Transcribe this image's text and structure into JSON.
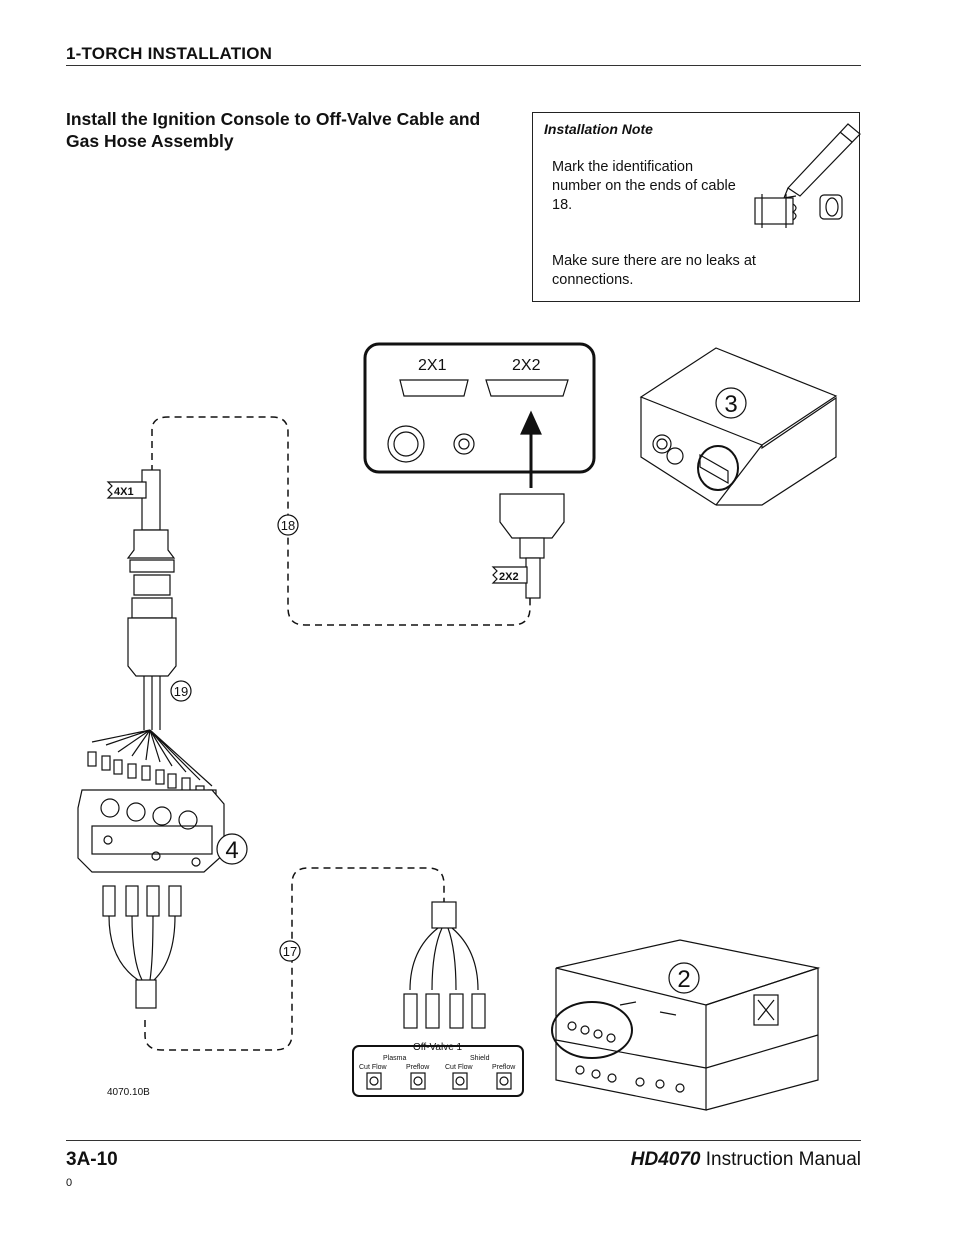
{
  "header": {
    "section": "1-TORCH INSTALLATION"
  },
  "heading": "Install the Ignition Console to Off-Valve Cable and Gas Hose Assembly",
  "note": {
    "title": "Installation Note",
    "p1": "Mark the identification number on the ends of cable 18.",
    "p2": "Make sure there are no leaks at connections."
  },
  "diagram": {
    "panel_labels": [
      "2X1",
      "2X2"
    ],
    "tag_4x1": "4X1",
    "tag_2x2": "2X2",
    "callouts": {
      "c18": "18",
      "c19": "19",
      "c17": "17",
      "c3": "3",
      "c4": "4",
      "c2": "2"
    },
    "offvalve": {
      "title": "Off-Valve 1",
      "group_plasma": "Plasma",
      "group_shield": "Shield",
      "ports": [
        "Cut Flow",
        "Preflow",
        "Cut Flow",
        "Preflow"
      ]
    },
    "figure_ref": "4070.10B"
  },
  "footer": {
    "page": "3A-10",
    "model": "HD4070",
    "manual_suffix": " Instruction Manual",
    "revision": "0"
  }
}
